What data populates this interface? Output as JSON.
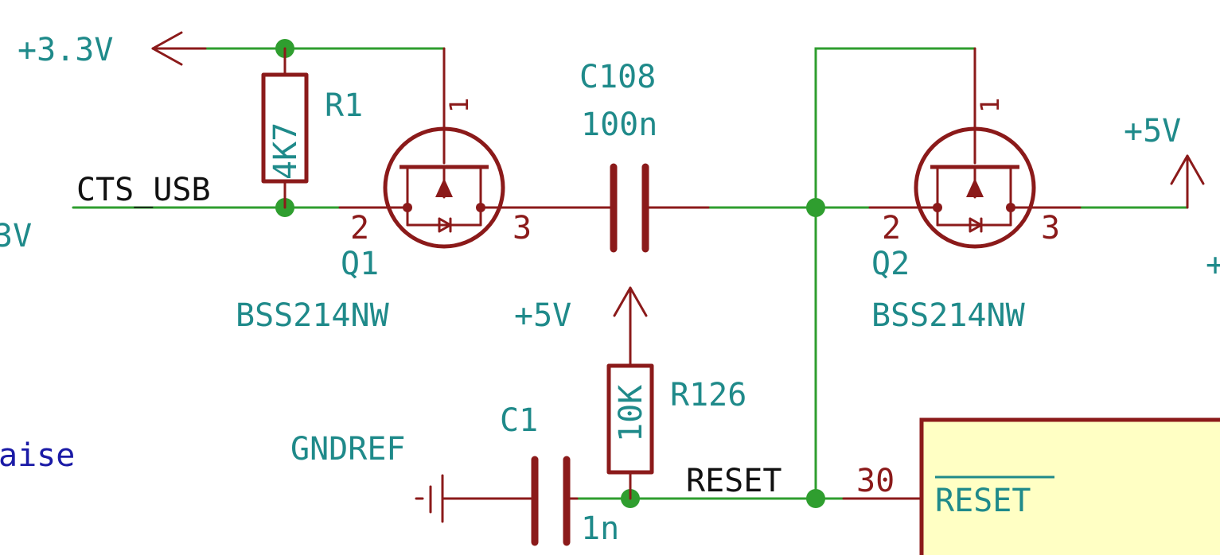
{
  "colors": {
    "wire": "#2f9e2f",
    "component": "#8b1a1a",
    "ref_text": "#1f8a8a",
    "net_label": "#111111",
    "ic_fill": "#ffffc4",
    "partial_text_blue": "#1a1aa6"
  },
  "power": {
    "v33": "+3.3V",
    "v5_right": "+5V",
    "v5_mid": "+5V",
    "gndref": "GNDREF",
    "partial_left": "3V",
    "partial_right": "+"
  },
  "nets": {
    "cts_usb": "CTS_USB",
    "reset": "RESET"
  },
  "components": {
    "r1": {
      "ref": "R1",
      "value": "4K7"
    },
    "r126": {
      "ref": "R126",
      "value": "10K"
    },
    "c108": {
      "ref": "C108",
      "value": "100n"
    },
    "c1": {
      "ref": "C1",
      "value": "1n"
    },
    "q1": {
      "ref": "Q1",
      "value": "BSS214NW",
      "pin_gate": "2",
      "pin_drain": "1",
      "pin_source": "3"
    },
    "q2": {
      "ref": "Q2",
      "value": "BSS214NW",
      "pin_gate": "2",
      "pin_drain": "1",
      "pin_source": "3"
    }
  },
  "ic": {
    "pin_number": "30",
    "pin_name": "RESET"
  },
  "partial_text": "aise"
}
